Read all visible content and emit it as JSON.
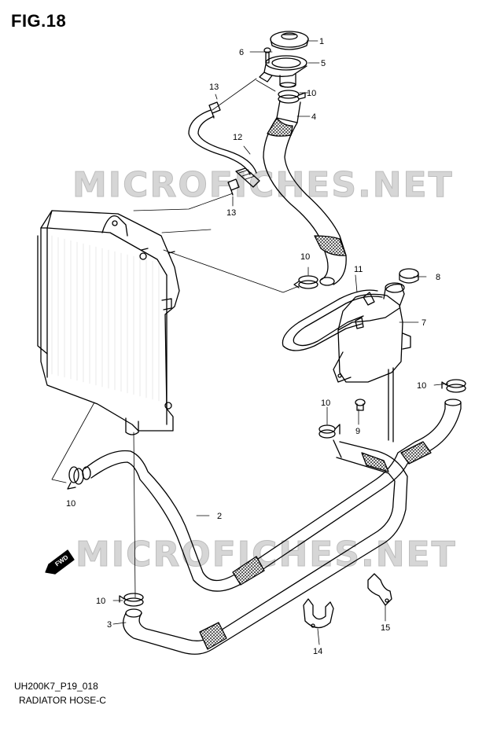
{
  "figure": {
    "title": "FIG.18",
    "code": "UH200K7_P19_018",
    "caption": "RADIATOR HOSE-C"
  },
  "watermark": {
    "text": "MICROFICHES.NET"
  },
  "direction_marker": {
    "text": "FWD"
  },
  "callouts": {
    "c1": "1",
    "c2": "2",
    "c3": "3",
    "c4": "4",
    "c5": "5",
    "c6": "6",
    "c7": "7",
    "c8": "8",
    "c9": "9",
    "c10a": "10",
    "c10b": "10",
    "c10c": "10",
    "c10d": "10",
    "c10e": "10",
    "c10f": "10",
    "c11": "11",
    "c12": "12",
    "c13a": "13",
    "c13b": "13",
    "c14": "14",
    "c15": "15"
  },
  "colors": {
    "line": "#000000",
    "paper": "#ffffff",
    "watermark": "#d6d6d6"
  }
}
